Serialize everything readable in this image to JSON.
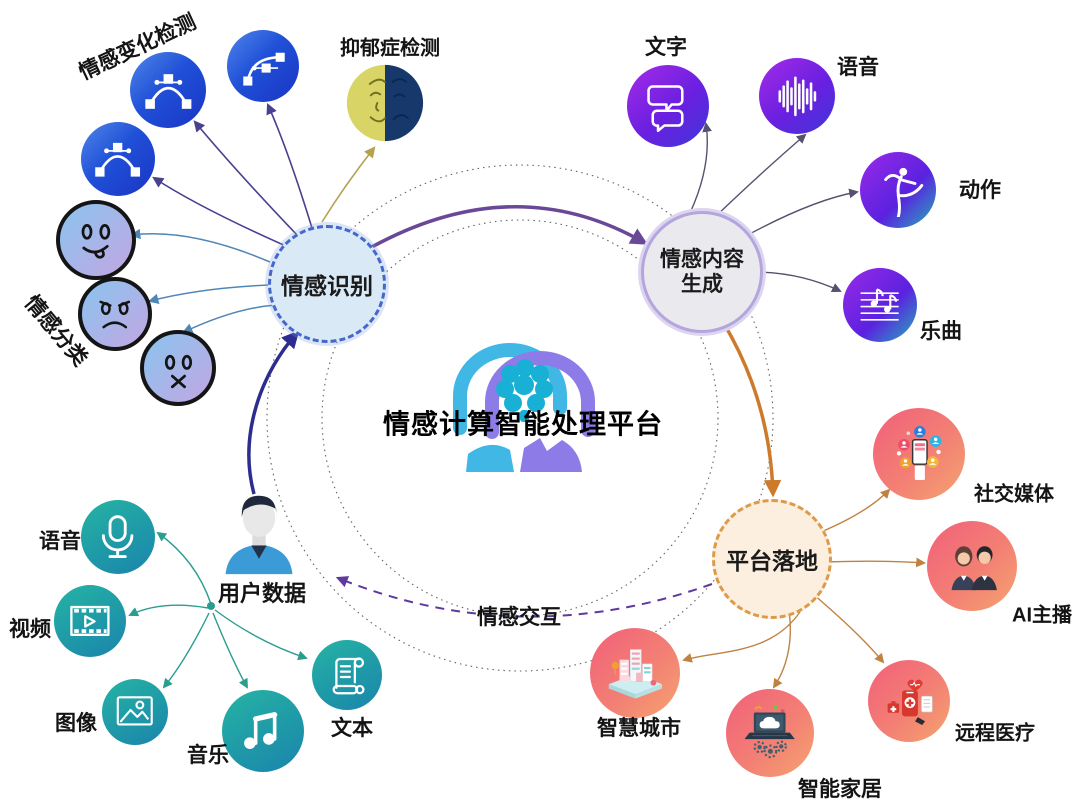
{
  "title": "情感计算智能处理平台",
  "hubs": {
    "recognition": {
      "label": "情感识别"
    },
    "generation": {
      "label": "情感内容\n生成"
    },
    "landing": {
      "label": "平台落地"
    },
    "user_data": {
      "label": "用户数据"
    }
  },
  "recognition_branch": {
    "change_detection": {
      "label": "情感变化检测"
    },
    "depression": {
      "label": "抑郁症检测"
    },
    "classification": {
      "label": "情感分类"
    }
  },
  "generation_branch": {
    "text": {
      "label": "文字"
    },
    "speech": {
      "label": "语音"
    },
    "motion": {
      "label": "动作"
    },
    "music": {
      "label": "乐曲"
    }
  },
  "landing_branch": {
    "social_media": {
      "label": "社交媒体"
    },
    "ai_anchor": {
      "label": "AI主播"
    },
    "telemedicine": {
      "label": "远程医疗"
    },
    "smart_home": {
      "label": "智能家居"
    },
    "smart_city": {
      "label": "智慧城市"
    }
  },
  "user_branch": {
    "speech": {
      "label": "语音"
    },
    "video": {
      "label": "视频"
    },
    "image": {
      "label": "图像"
    },
    "music": {
      "label": "音乐"
    },
    "text": {
      "label": "文本"
    }
  },
  "edges": {
    "interaction": "情感交互"
  },
  "icons": {
    "bezier-curve-icon": "curve with control points",
    "depression-faces-icon": "half happy / half sad face",
    "emoji-happy-icon": "smiley with tongue",
    "emoji-angry-icon": "frowning face",
    "emoji-mute-icon": "face with X mouth",
    "brain-heads-logo": "two heads with brain",
    "chat-bubbles-icon": "speech bubbles",
    "waveform-icon": "audio waveform",
    "dancer-icon": "ballet dancer",
    "music-score-icon": "staff with notes",
    "social-media-icon": "phone with avatars",
    "ai-anchor-icon": "two presenters",
    "telemedicine-icon": "phone with medical cross",
    "smart-home-icon": "laptop with cloud and gears",
    "smart-city-icon": "isometric buildings",
    "microphone-icon": "microphone",
    "video-icon": "film frame with play",
    "image-icon": "picture with mountain",
    "music-note-icon": "beamed notes",
    "scroll-icon": "text scroll",
    "person-icon": "user silhouette"
  },
  "colors": {
    "recognition_fill": "#d9e9f6",
    "recognition_ring": "#4668cc",
    "generation_fill": "#eae9ee",
    "generation_ring": "#b4a6dd",
    "landing_fill": "#fcefdf",
    "landing_ring": "#dd9b4a",
    "blue_icon": "#1a35c4",
    "purple_icon": "#6a1fe0",
    "teal_icon": "#1e97a8",
    "pink_icon": "#f2607a",
    "arrow_purple": "#6a4898",
    "arrow_orange": "#cd7a2a",
    "arrow_navy": "#2d2d8f",
    "arrow_teal": "#2a9d8f",
    "arrow_dashed_purple": "#5f3a9e",
    "arrow_gold": "#b5a250"
  }
}
